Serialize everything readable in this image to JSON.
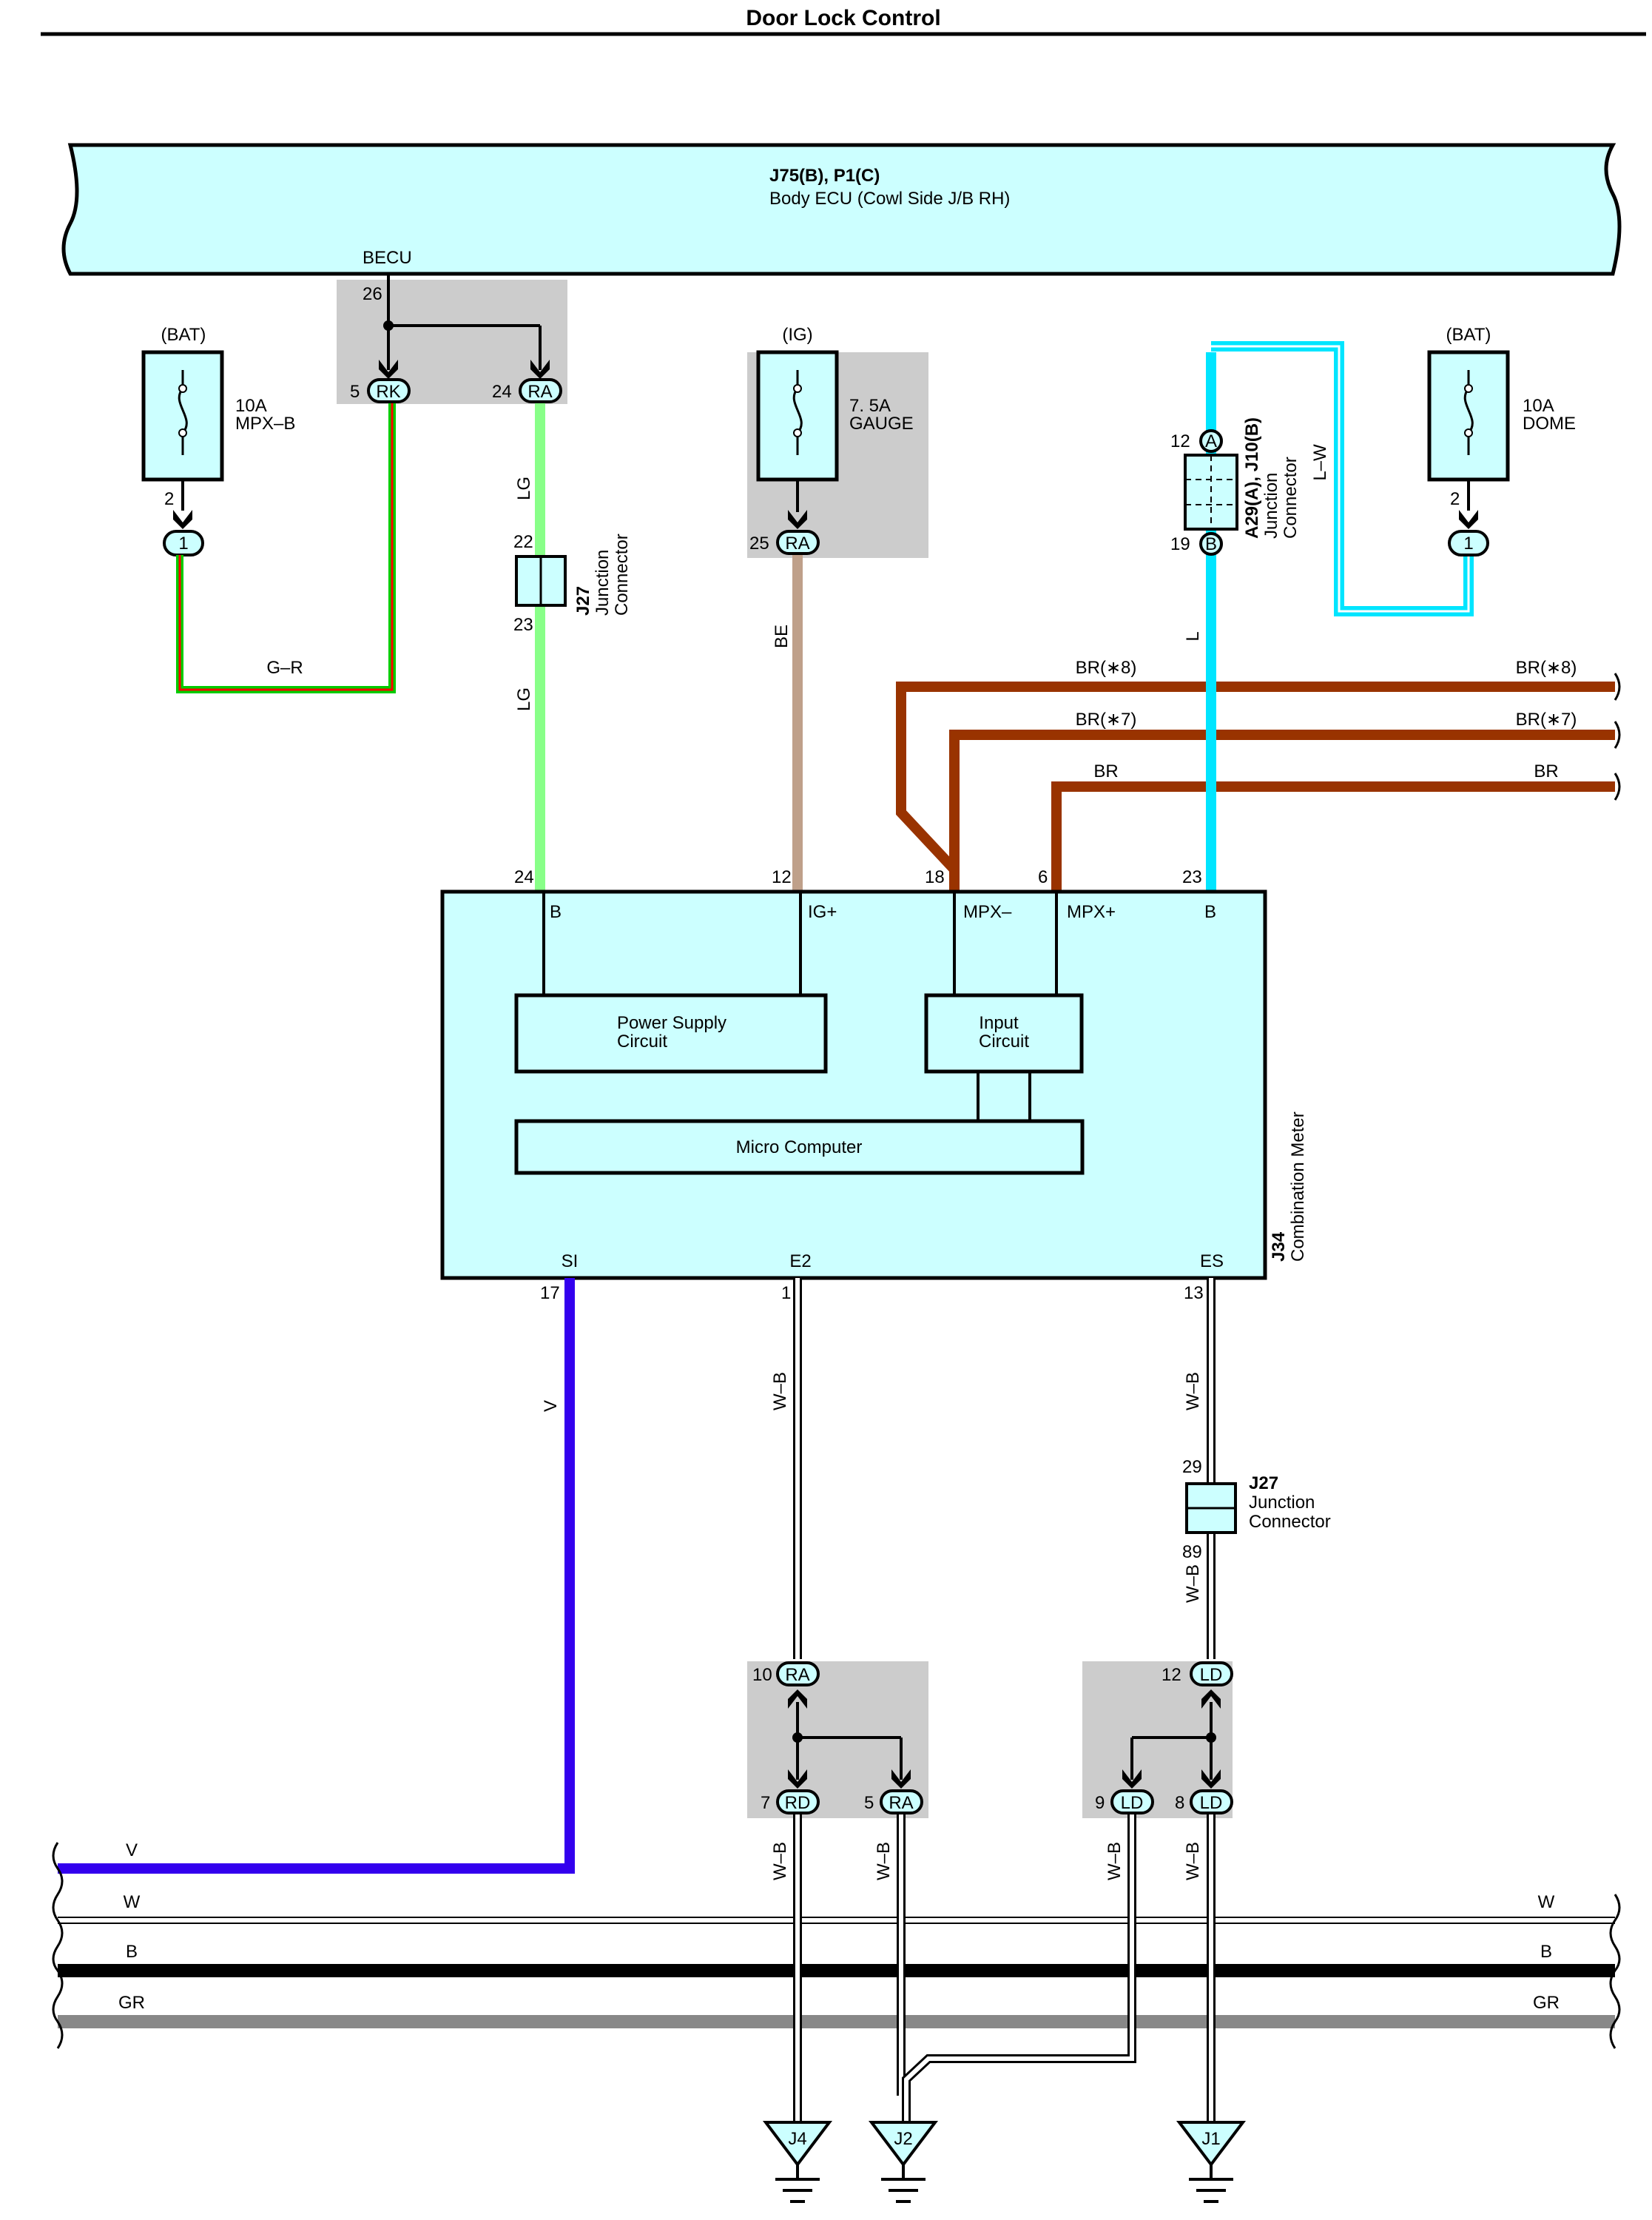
{
  "title": "Door Lock Control",
  "components": {
    "body_ecu": {
      "ref": "J75(B), P1(C)",
      "name": "Body ECU (Cowl Side J/B RH)",
      "label": "BECU"
    },
    "fuse_mpxb": {
      "supply": "(BAT)",
      "rating": "10A",
      "name": "MPX–B"
    },
    "fuse_gauge": {
      "supply": "(IG)",
      "rating": "7. 5A",
      "name": "GAUGE"
    },
    "fuse_dome": {
      "supply": "(BAT)",
      "rating": "10A",
      "name": "DOME"
    },
    "jc_j27_top": {
      "ref": "J27",
      "name": "Junction",
      "name2": "Connector"
    },
    "jc_a29": {
      "ref": "A29(A), J10(B)",
      "name": "Junction",
      "name2": "Connector"
    },
    "jc_j27_bottom": {
      "ref": "J27",
      "name": "Junction",
      "name2": "Connector"
    },
    "combination_meter": {
      "ref": "J34",
      "name": "Combination Meter",
      "power_supply": [
        "Power Supply",
        "Circuit"
      ],
      "input_circuit": [
        "Input",
        "Circuit"
      ],
      "micro_computer": "Micro Computer",
      "terminals": [
        "B",
        "IG+",
        "MPX–",
        "MPX+",
        "B",
        "SI",
        "E2",
        "ES"
      ]
    }
  },
  "pins": {
    "becu_26": "26",
    "rk_5": "5",
    "rk": "RK",
    "ra_24": "24",
    "ra": "RA",
    "fuse1_2": "2",
    "conn1": "1",
    "jc_22": "22",
    "jc_23": "23",
    "gauge_25": "25",
    "gauge_ra": "RA",
    "a29_12": "12",
    "a29_a": "A",
    "a29_19": "19",
    "a29_b": "B",
    "dome_2": "2",
    "dome_conn": "1",
    "cm_24": "24",
    "cm_12": "12",
    "cm_18": "18",
    "cm_6": "6",
    "cm_23": "23",
    "cm_17": "17",
    "cm_1": "1",
    "cm_13": "13",
    "jc_29": "29",
    "jc_89": "89",
    "ra_10": "10",
    "ra_10_c": "RA",
    "rd_7": "7",
    "rd": "RD",
    "ra_5": "5",
    "ra_5_c": "RA",
    "ld_12": "12",
    "ld_12_c": "LD",
    "ld_9": "9",
    "ld_9_c": "LD",
    "ld_8": "8",
    "ld_8_c": "LD"
  },
  "wires": {
    "g_r": "G–R",
    "lg_top": "LG",
    "lg_bottom": "LG",
    "be": "BE",
    "l": "L",
    "l_w": "L–W",
    "br8_left": "BR(∗8)",
    "br8_right": "BR(∗8)",
    "br7_left": "BR(∗7)",
    "br7_right": "BR(∗7)",
    "br_left": "BR",
    "br_right": "BR",
    "v_vert": "V",
    "wb_e2": "W–B",
    "wb_es": "W–B",
    "wb_jc": "W–B",
    "wb_rd": "W–B",
    "wb_ra": "W–B",
    "wb_ld9": "W–B",
    "wb_ld8": "W–B",
    "bus_v": "V",
    "bus_w_left": "W",
    "bus_w_right": "W",
    "bus_b_left": "B",
    "bus_b_right": "B",
    "bus_gr_left": "GR",
    "bus_gr_right": "GR"
  },
  "grounds": [
    "J4",
    "J2",
    "J1"
  ],
  "colors": {
    "ecu_fill": "#ccffff",
    "shade": "#cccccc",
    "lg": "#88ff88",
    "be": "#bfa08a",
    "br": "#993300",
    "l": "#00e5ff",
    "v": "#3300ee",
    "gr": "#888888",
    "g": "#00cc00",
    "r": "#ff0000"
  },
  "icons": [
    "fuse-icon",
    "ground-icon",
    "splice-icon",
    "connector-arrow-icon",
    "wire-break-icon"
  ]
}
